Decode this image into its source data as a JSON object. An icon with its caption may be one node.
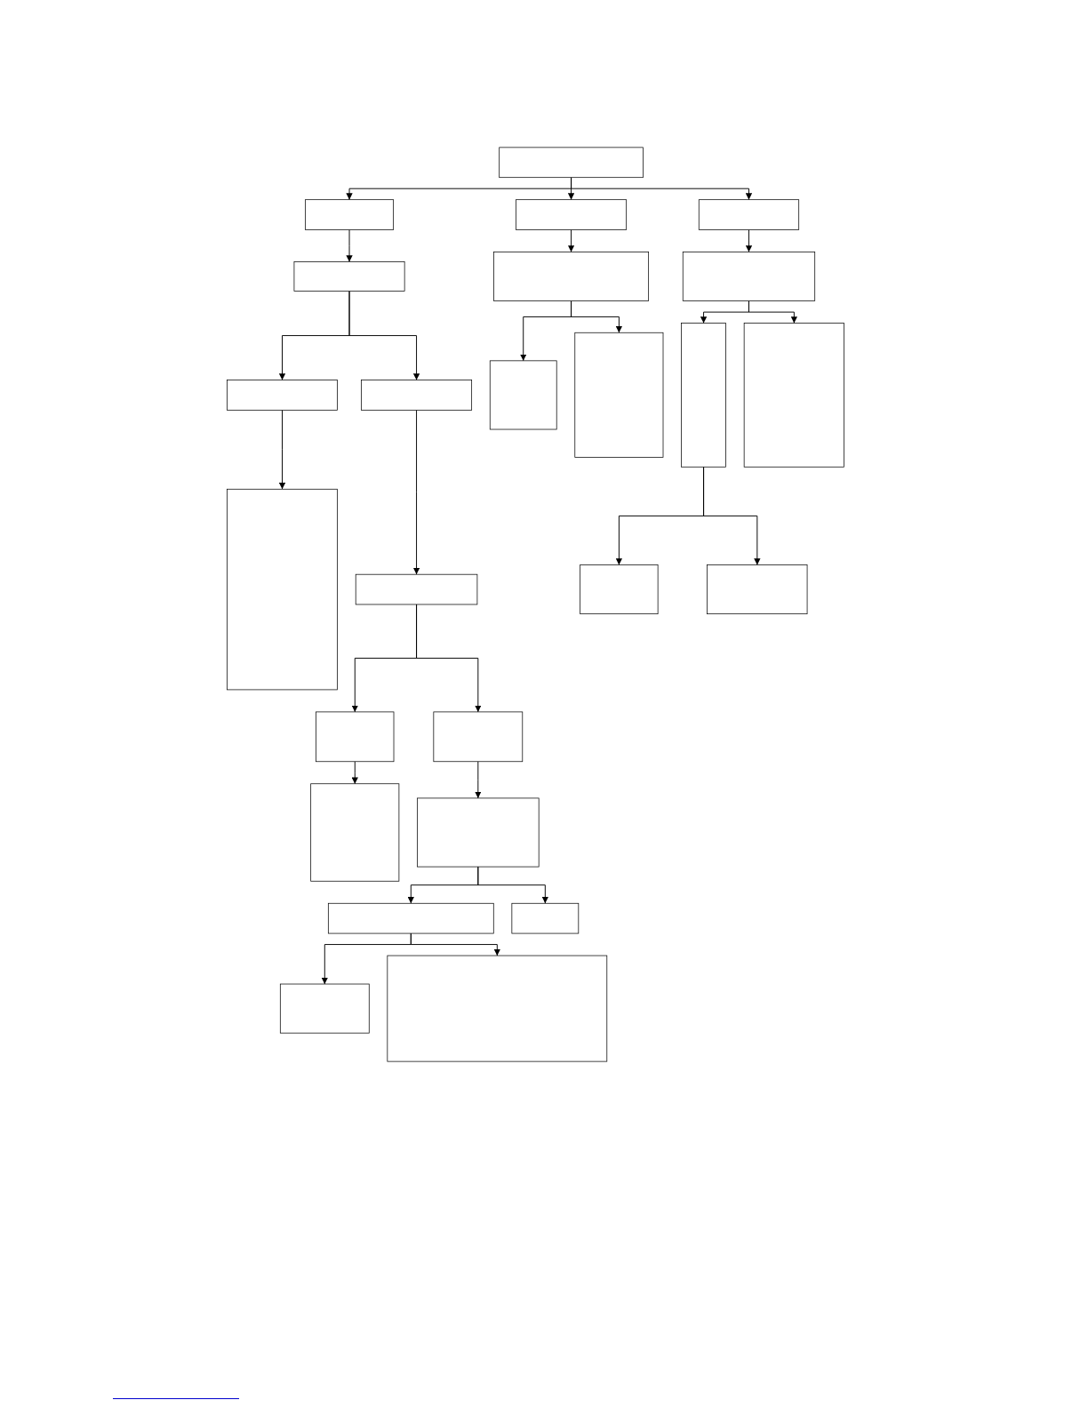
{
  "diagram": {
    "nodes": [
      {
        "text": [],
        "shape": "box"
      },
      {
        "text": [],
        "shape": "box"
      },
      {
        "text": [],
        "shape": "box"
      },
      {
        "text": [],
        "shape": "box"
      },
      {
        "text": [],
        "shape": "box"
      },
      {
        "text": [],
        "shape": "box"
      },
      {
        "text": [],
        "shape": "box"
      },
      {
        "text": [],
        "shape": "box"
      },
      {
        "text": [],
        "shape": "box"
      },
      {
        "text": [],
        "shape": "box"
      },
      {
        "text": [],
        "shape": "box"
      },
      {
        "text": [],
        "shape": "box"
      },
      {
        "text": [],
        "shape": "box"
      },
      {
        "text": [],
        "shape": "box"
      },
      {
        "text": [],
        "shape": "box"
      },
      {
        "text": [],
        "shape": "box"
      },
      {
        "text": [],
        "shape": "box"
      },
      {
        "text": [],
        "shape": "box"
      },
      {
        "text": [],
        "shape": "box"
      },
      {
        "text": [],
        "shape": "box"
      },
      {
        "text": [],
        "shape": "box"
      },
      {
        "text": [],
        "shape": "box"
      },
      {
        "text": [],
        "shape": "box"
      },
      {
        "text": [],
        "shape": "box"
      },
      {
        "text": [],
        "shape": "box"
      }
    ],
    "edges": [
      {
        "from": 0,
        "to": 1,
        "arrow": "to"
      },
      {
        "from": 0,
        "to": 2,
        "arrow": "to"
      },
      {
        "from": 0,
        "to": 3,
        "arrow": "to"
      },
      {
        "from": 1,
        "to": 4,
        "arrow": "to"
      },
      {
        "from": 2,
        "to": 5,
        "arrow": "to"
      },
      {
        "from": 3,
        "to": 6,
        "arrow": "to"
      },
      {
        "from": 4,
        "to": 7,
        "arrow": "to"
      },
      {
        "from": 4,
        "to": 8,
        "arrow": "to"
      },
      {
        "from": 5,
        "to": 9,
        "arrow": "to"
      },
      {
        "from": 5,
        "to": 10,
        "arrow": "to"
      },
      {
        "from": 6,
        "to": 11,
        "arrow": "to"
      },
      {
        "from": 6,
        "to": 12,
        "arrow": "to"
      },
      {
        "from": 7,
        "to": 13,
        "arrow": "to"
      },
      {
        "from": 8,
        "to": 14,
        "arrow": "to"
      },
      {
        "from": 14,
        "to": 15,
        "arrow": "to"
      },
      {
        "from": 14,
        "to": 16,
        "arrow": "to"
      },
      {
        "from": 15,
        "to": 17,
        "arrow": "to"
      },
      {
        "from": 16,
        "to": 18,
        "arrow": "to"
      },
      {
        "from": 11,
        "to": 19,
        "arrow": "to"
      },
      {
        "from": 11,
        "to": 20,
        "arrow": "to"
      },
      {
        "from": 18,
        "to": 21,
        "arrow": "to"
      },
      {
        "from": 18,
        "to": 22,
        "arrow": "to"
      },
      {
        "from": 21,
        "to": 23,
        "arrow": "to"
      },
      {
        "from": 21,
        "to": 24,
        "arrow": "to"
      }
    ]
  }
}
